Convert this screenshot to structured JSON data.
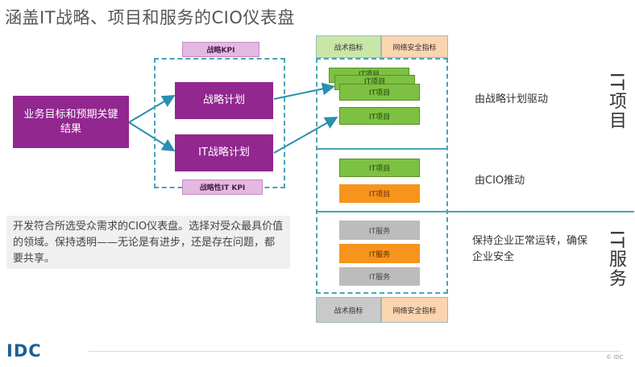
{
  "title": "涵盖IT战略、项目和服务的CIO仪表盘",
  "left": {
    "goal_box": "业务目标和预期关键结果",
    "strategy_kpi": "战略KPI",
    "strategy_plan": "战略计划",
    "it_strategy_plan": "IT战略计划",
    "strategic_it_kpi": "战略性IT KPI"
  },
  "panel": {
    "top_tabs": [
      "战术指标",
      "网络安全指标"
    ],
    "bottom_tabs": [
      "战术指标",
      "网络安全指标"
    ],
    "section1_bars": [
      "IT项目",
      "IT项目",
      "IT项目",
      "IT项目"
    ],
    "section2_bars": [
      "IT项目",
      "IT项目"
    ],
    "section3_bars": [
      "IT服务",
      "IT服务",
      "IT服务"
    ]
  },
  "side": {
    "s1": "由战略计划驱动",
    "s2": "由CIO推动",
    "s3": "保持企业正常运转，确保企业安全",
    "v_projects": "IT项目",
    "v_services": "IT服务"
  },
  "note": "开发符合所选受众需求的CIO仪表盘。选择对受众最具价值的领域。保持透明——无论是有进步，还是存在问题，都要共享。",
  "footer": {
    "logo": "IDC",
    "copyright": "© IDC"
  },
  "colors": {
    "purple": "#92278f",
    "teal": "#4aa3b4",
    "green": "#7dc142",
    "orange": "#f7941d",
    "grey": "#bcbcbc"
  }
}
